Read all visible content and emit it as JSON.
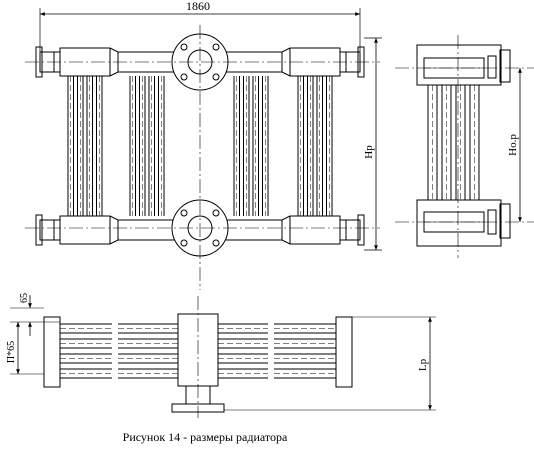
{
  "caption": "Рисунок 14 - размеры радиатора",
  "dimensions": {
    "overall_width": "1860",
    "height_main": "Hр",
    "height_side": "Hо.р",
    "pitch_top": "65",
    "pitch_side": "П*65",
    "length_bottom": "Lр"
  },
  "colors": {
    "line": "#000000",
    "background": "#ffffff"
  }
}
